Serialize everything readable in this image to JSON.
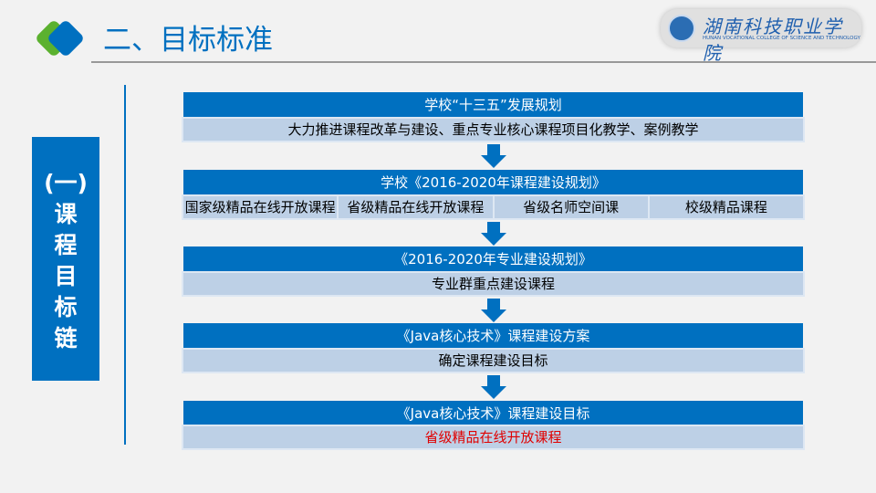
{
  "header": {
    "title": "二、目标标准",
    "college_name_cn": "湖南科技职业学院",
    "college_name_en": "HUNAN VOCATIONAL COLLEGE OF SCIENCE AND TECHNOLOGY"
  },
  "side_label": [
    "(一)",
    "课",
    "程",
    "目",
    "标",
    "链"
  ],
  "chain": [
    {
      "title": "学校“十三五”发展规划",
      "detail": "大力推进课程改革与建设、重点专业核心课程项目化教学、案例教学"
    },
    {
      "title": "学校《2016-2020年课程建设规划》",
      "cells": [
        "国家级精品在线开放课程",
        "省级精品在线开放课程",
        "省级名师空间课",
        "校级精品课程"
      ]
    },
    {
      "title": "《2016-2020年专业建设规划》",
      "detail": "专业群重点建设课程"
    },
    {
      "title": "《Java核心技术》课程建设方案",
      "detail": "确定课程建设目标"
    },
    {
      "title": "《Java核心技术》课程建设目标",
      "detail": "省级精品在线开放课程"
    }
  ],
  "colors": {
    "accent": "#0070c0",
    "green": "#5bb12f",
    "highlight": "#e00000"
  }
}
